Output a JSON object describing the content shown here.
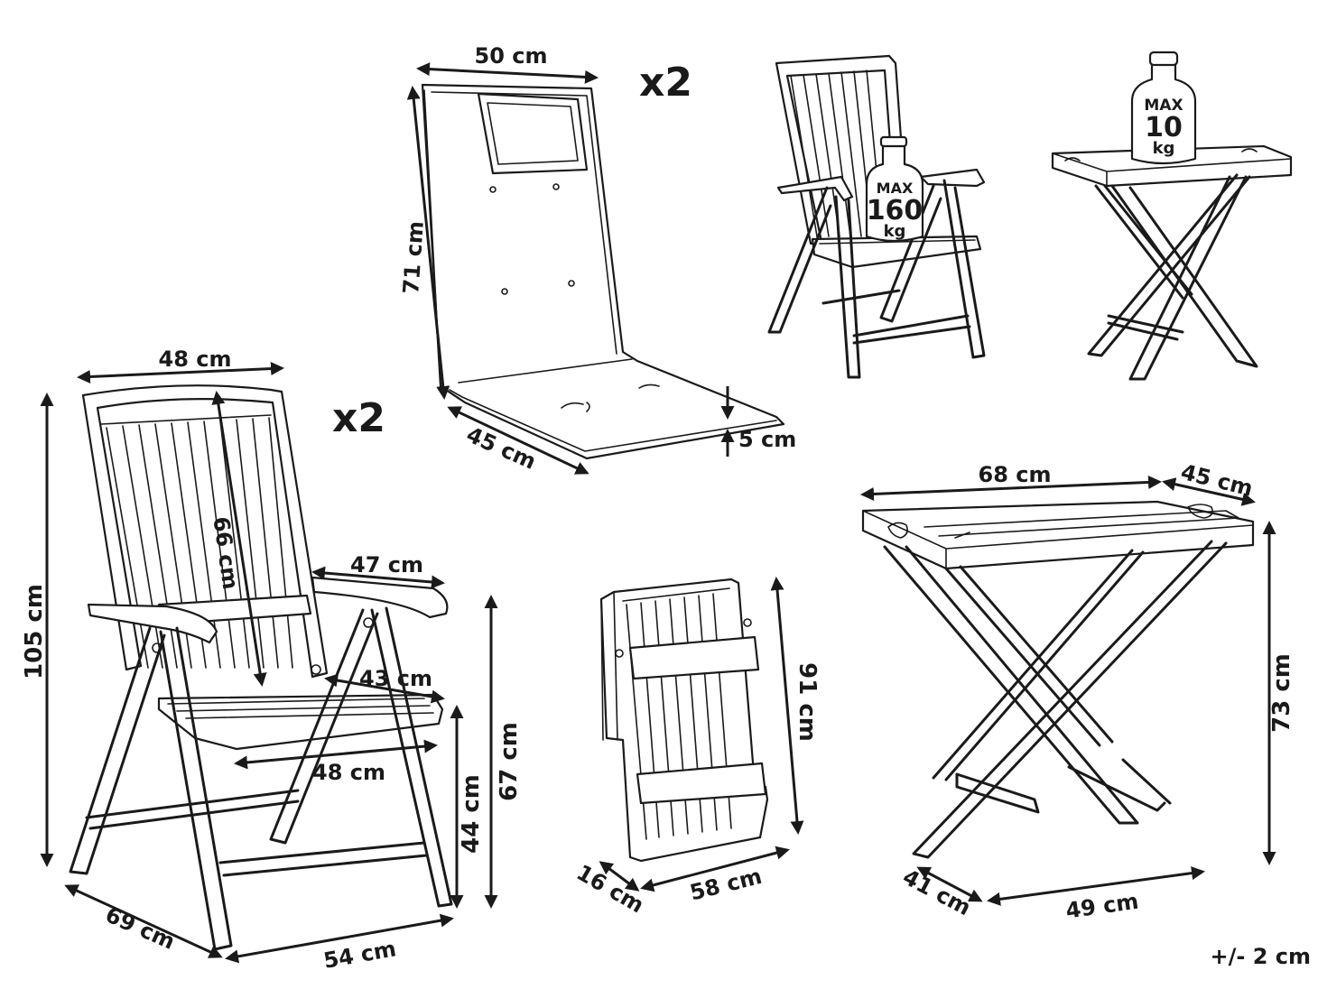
{
  "quantity_cushion": "x2",
  "quantity_chair": "x2",
  "tolerance": "+/- 2 cm",
  "chair_load": {
    "line1": "MAX",
    "line2": "160",
    "line3": "kg"
  },
  "table_load": {
    "line1": "MAX",
    "line2": "10",
    "line3": "kg"
  },
  "cushion_dims": {
    "width": "50 cm",
    "height": "71 cm",
    "depth": "45 cm",
    "thickness": "5 cm"
  },
  "chair_dims": {
    "back_width": "48 cm",
    "overall_height": "105 cm",
    "back_height": "66 cm",
    "arm_width": "47 cm",
    "seat_depth": "43 cm",
    "seat_width": "48 cm",
    "arm_height": "67 cm",
    "seat_height": "44 cm",
    "depth": "69 cm",
    "width": "54 cm"
  },
  "folded_dims": {
    "height": "91 cm",
    "thickness": "16 cm",
    "width": "58 cm"
  },
  "table_dims": {
    "tray_length": "68 cm",
    "tray_width": "45 cm",
    "height": "73 cm",
    "base_depth": "41 cm",
    "base_width": "49 cm"
  }
}
